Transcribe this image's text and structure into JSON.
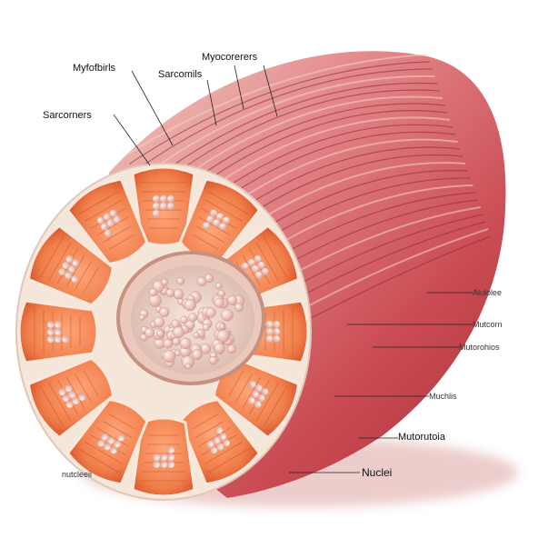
{
  "labels": {
    "myofibrils": "Myfofbirls",
    "myocorerers": "Myocorerers",
    "sarcomils": "Sarcomils",
    "sarcomers": "Sarcorners",
    "alulolee": "Alulolee",
    "mutcorn": "Mutcorn",
    "mutorohios": "Mutorohios",
    "muchlis": "Muchlis",
    "mutorutoia": "Mutorutoia",
    "nuclei": "Nuclei",
    "nutclessi": "nutcleeii"
  },
  "colors": {
    "muscle_red": "#c9474d",
    "muscle_pink": "#e58a86",
    "fascicle_orange": "#f07f4b",
    "fascicle_edge": "#d9582c",
    "membrane": "#f3e6d8",
    "nucleus_pink": "#f4c3b8",
    "center_bg": "#f0dcd2"
  }
}
